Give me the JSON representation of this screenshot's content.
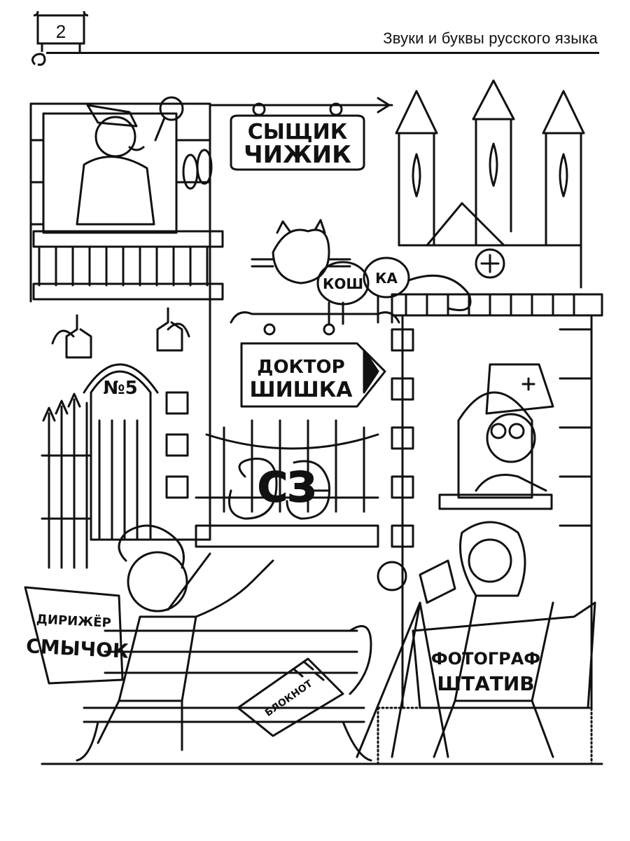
{
  "header": {
    "page_number": "2",
    "title": "Звуки и буквы русского языка"
  },
  "signs": {
    "detective_line1": "СЫЩИК",
    "detective_line2": "ЧИЖИК",
    "doctor_line1": "ДОКТОР",
    "doctor_line2": "ШИШКА",
    "cat_part1": "КОШ",
    "cat_part2": "КА",
    "house_number": "№5",
    "conductor_line1": "ДИРИЖЁР",
    "conductor_line2": "СМЫЧОК",
    "photographer_line1": "ФОТОГРАФ",
    "photographer_line2": "ШТАТИВ",
    "gate_letters": "СЗ",
    "notebook": "БЛОКНОТ"
  },
  "colors": {
    "ink": "#111111",
    "paper": "#ffffff"
  }
}
